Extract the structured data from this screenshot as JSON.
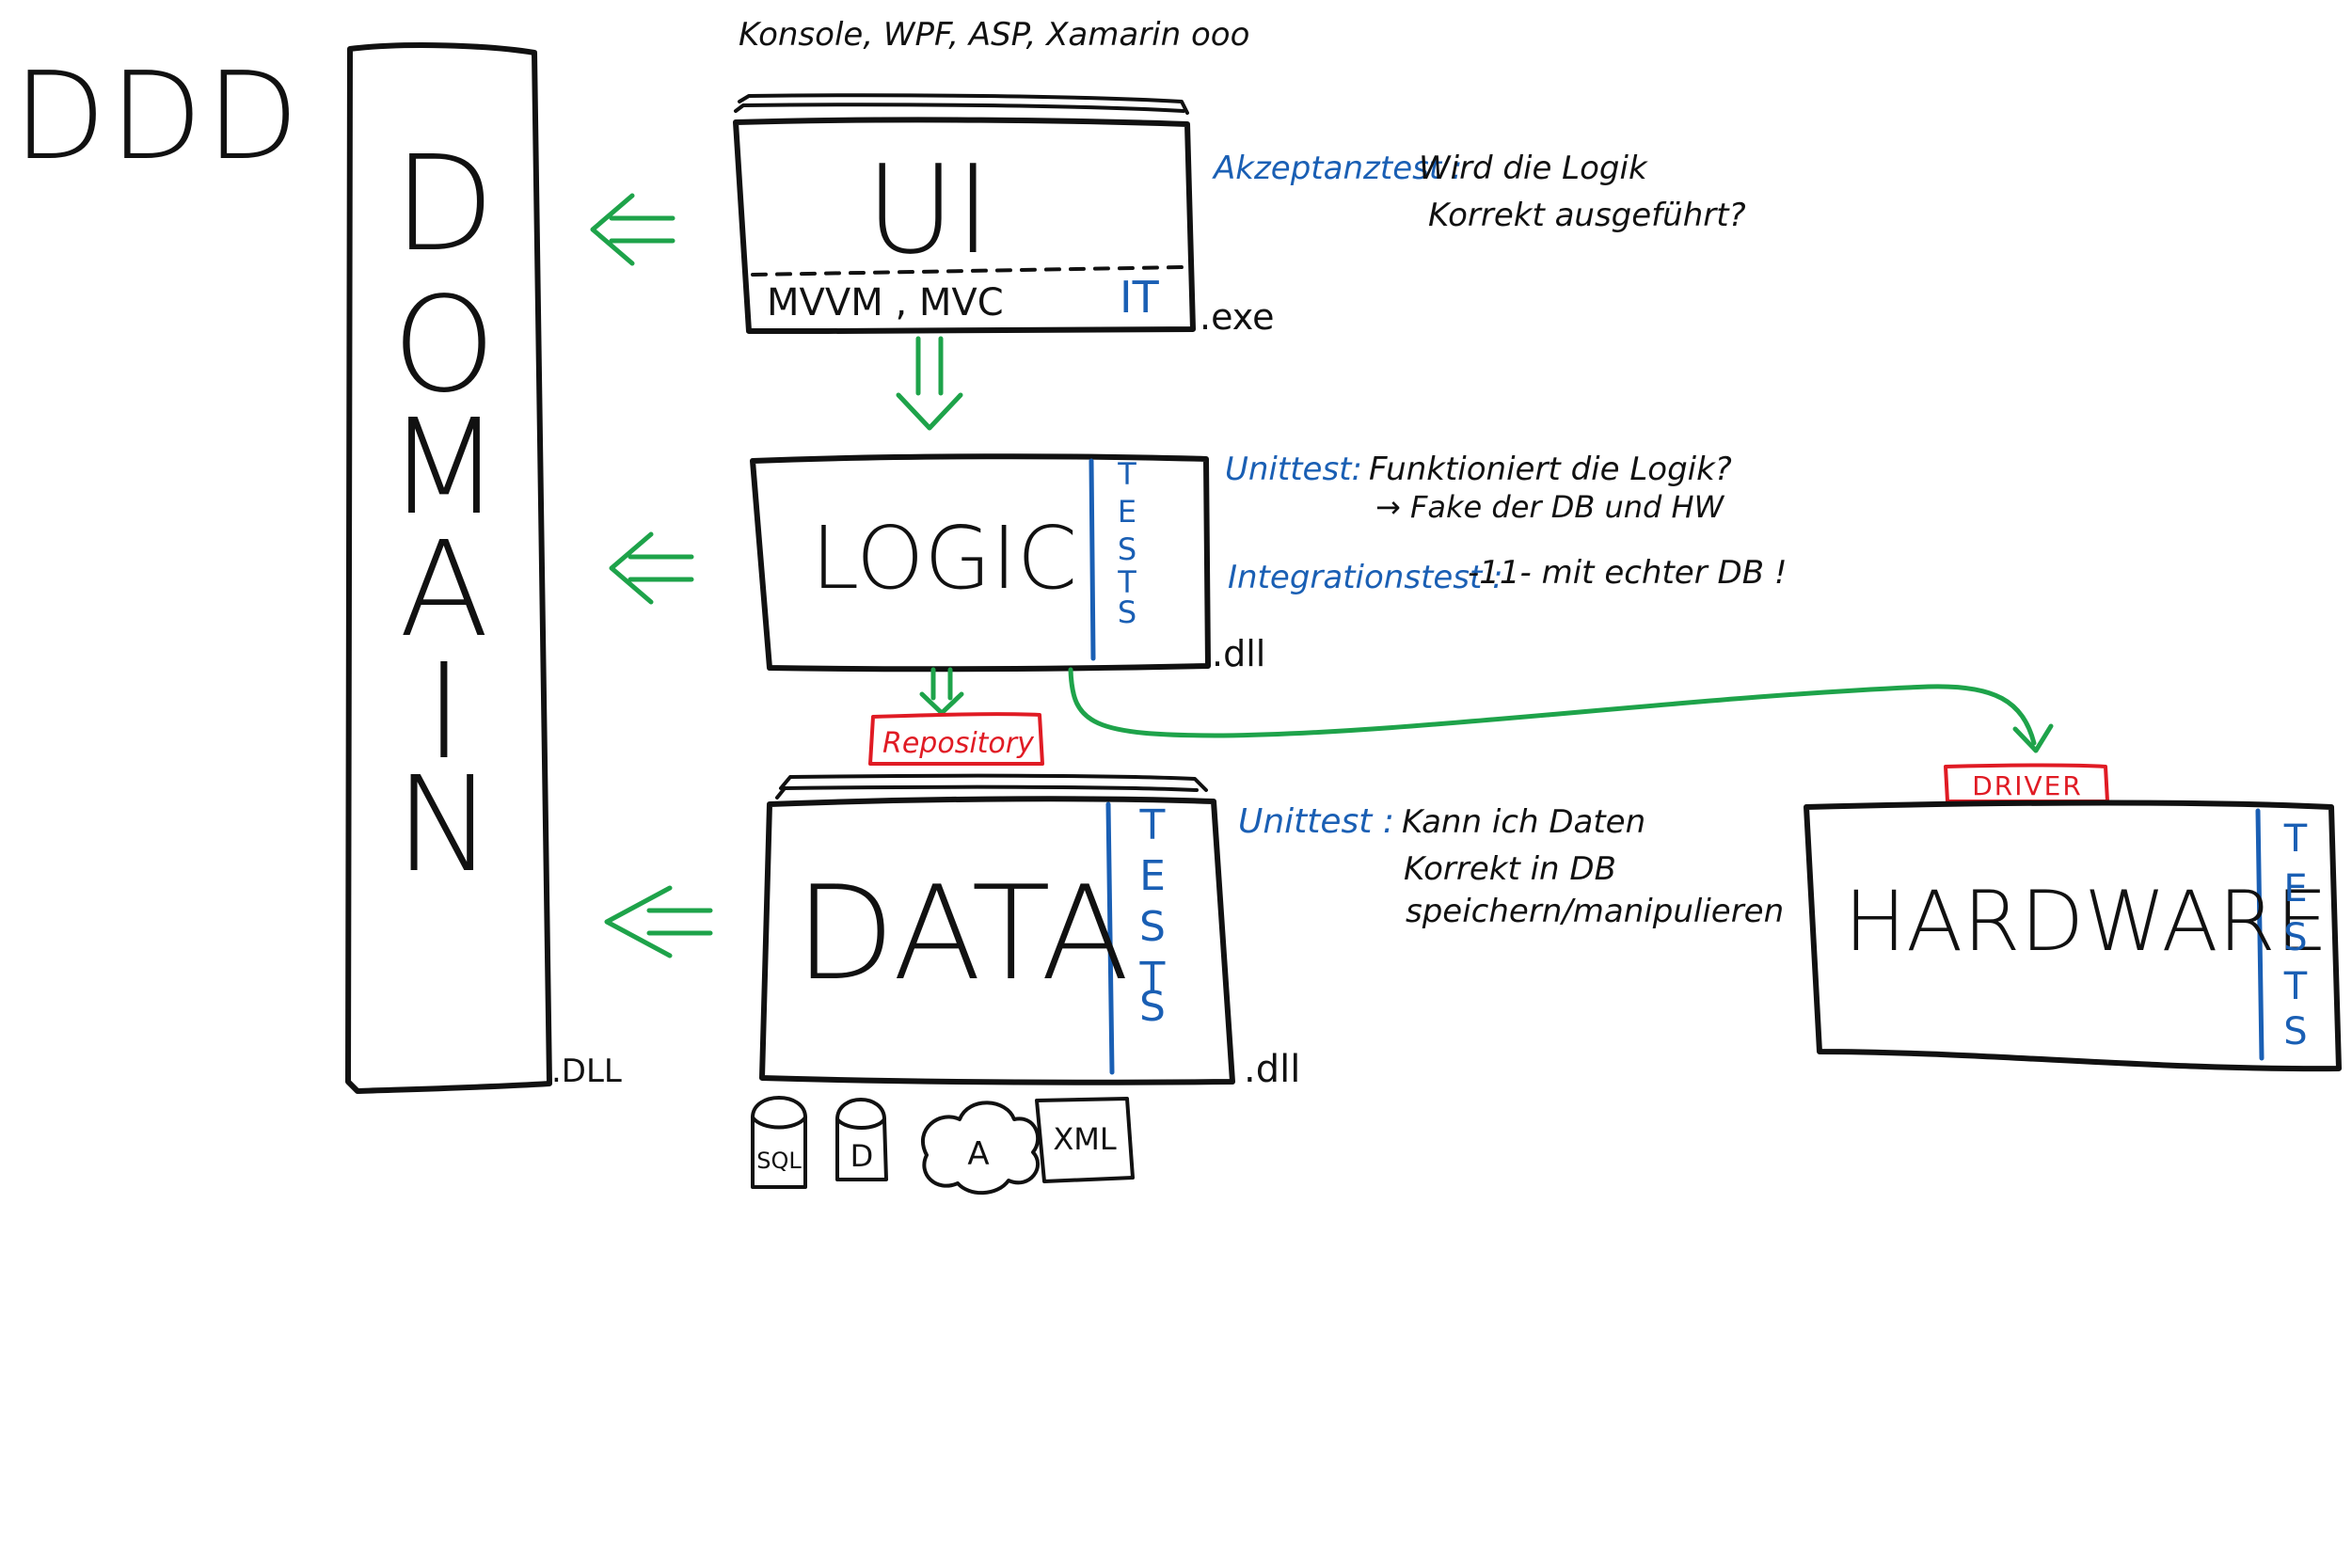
{
  "title": "DDD",
  "colors": {
    "ink": "#111111",
    "test_blue": "#1a5fb4",
    "arrow_green": "#1ea34a",
    "interface_red": "#e01b24",
    "background": "#ffffff"
  },
  "domain": {
    "letters": [
      "D",
      "O",
      "M",
      "A",
      "I",
      "N"
    ],
    "file_ext": ".DLL"
  },
  "ui": {
    "frameworks": "Konsole, WPF, ASP, Xamarin ooo",
    "label": "UI",
    "pattern": "MVVM , MVC",
    "test_tag": "IT",
    "file_ext": ".exe",
    "test_note": {
      "kind": "Akzeptanztest :",
      "line1": "Wird die Logik",
      "line2": "Korrekt ausgeführt?"
    }
  },
  "logic": {
    "label": "LOGIC",
    "tests_letters": [
      "T",
      "E",
      "S",
      "T",
      "S"
    ],
    "file_ext": ".dll",
    "test_note1": {
      "kind": "Unittest:",
      "line1": "Funktioniert die Logik?",
      "line2": "→ Fake der DB und HW"
    },
    "test_note2": {
      "kind": "Integrationstest :",
      "text": "-11- mit echter DB !"
    }
  },
  "data": {
    "label": "DATA",
    "interface": "Repository",
    "tests_letters": [
      "T",
      "E",
      "S",
      "T",
      "S"
    ],
    "file_ext": ".dll",
    "test_note": {
      "kind": "Unittest :",
      "line1": "Kann ich Daten",
      "line2": "Korrekt in DB",
      "line3": "speichern/manipulieren"
    },
    "stores": [
      "SQL",
      "D",
      "A",
      "XML"
    ]
  },
  "hardware": {
    "label": "HARDWARE",
    "interface": "DRIVER",
    "tests_letters": [
      "T",
      "E",
      "S",
      "T",
      "S"
    ]
  }
}
